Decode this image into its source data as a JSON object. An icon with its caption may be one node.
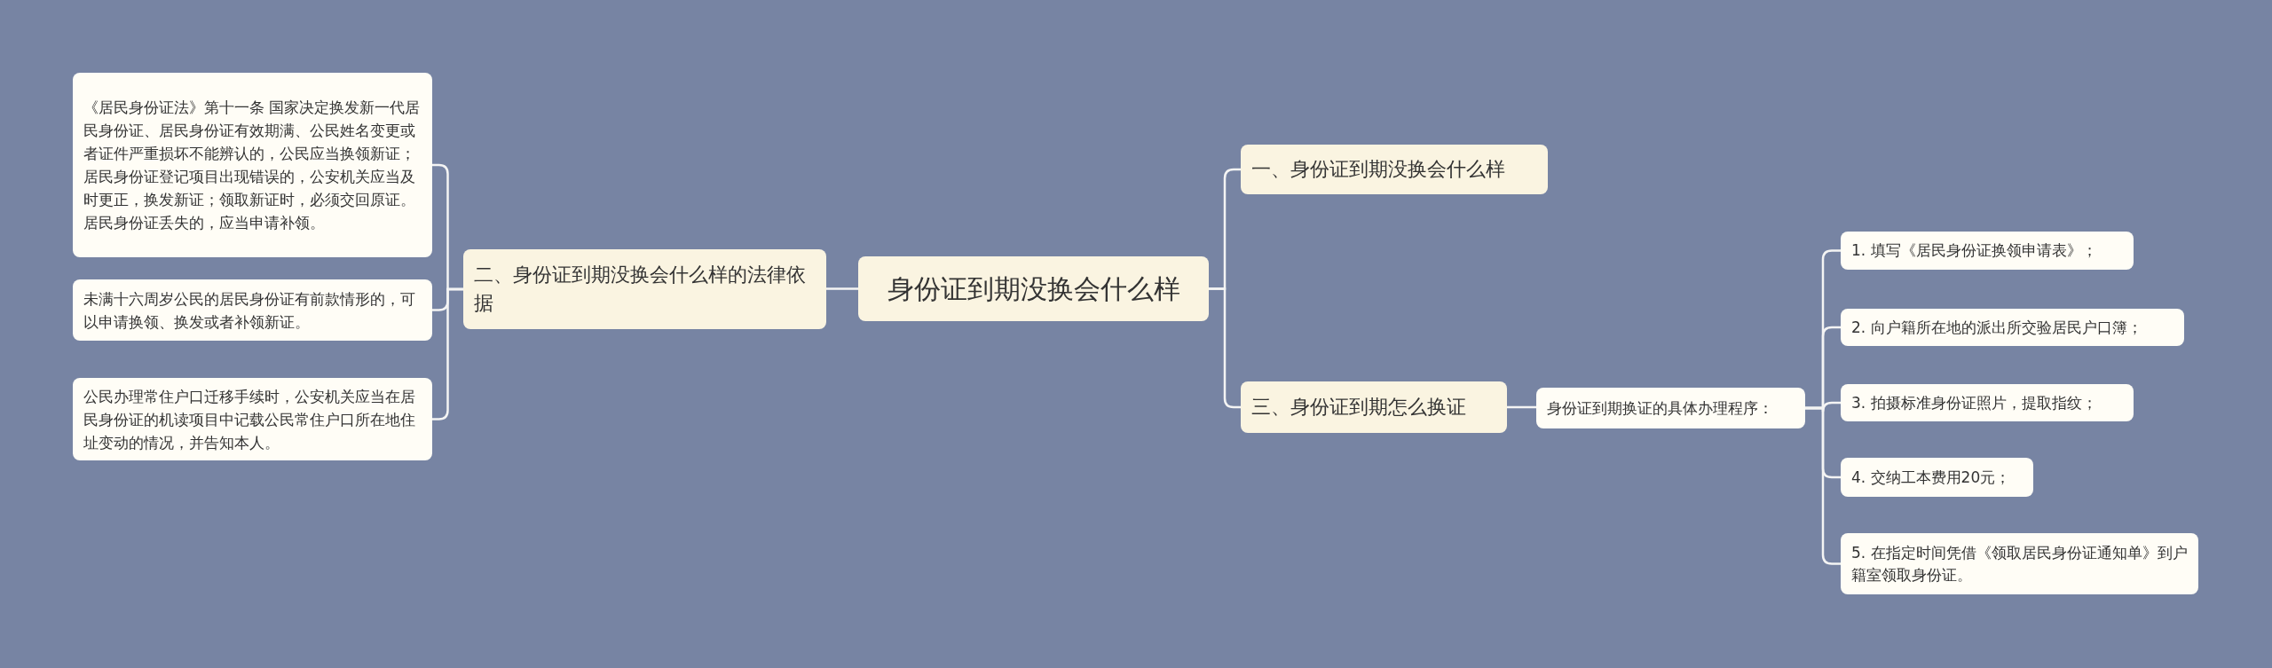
{
  "diagram": {
    "nodes": [
      {
        "text": [
          "身份证到期没换会什么样"
        ]
      },
      {
        "text": [
          "二、身份证到期没换会什么样的法律依据"
        ]
      },
      {
        "text": [
          "《居民身份证法》第十一条 国家决定换发新一代居民身份证、居民身份证有效期满、公民姓名变更或者证件严重损坏不能辨认的，公民应当换领新证；居民身份证登记项目出现错误的，公安机关应当及时更正，换发新证；领取新证时，必须交回原证。居民身份证丢失的，应当申请补领。"
        ]
      },
      {
        "text": [
          "未满十六周岁公民的居民身份证有前款情形的，可以申请换领、换发或者补领新证。"
        ]
      },
      {
        "text": [
          "公民办理常住户口迁移手续时，公安机关应当在居民身份证的机读项目中记载公民常住户口所在地住址变动的情况，并告知本人。"
        ]
      },
      {
        "text": [
          "一、身份证到期没换会什么样"
        ]
      },
      {
        "text": [
          "三、身份证到期怎么换证"
        ]
      },
      {
        "text": [
          "身份证到期换证的具体办理程序："
        ]
      },
      {
        "text": [
          "1. 填写《居民身份证换领申请表》；"
        ]
      },
      {
        "text": [
          "2. 向户籍所在地的派出所交验居民户口簿；"
        ]
      },
      {
        "text": [
          "3. 拍摄标准身份证照片，提取指纹；"
        ]
      },
      {
        "text": [
          "4. 交纳工本费用20元；"
        ]
      },
      {
        "text": [
          "5. 在指定时间凭借《领取居民身份证通知单》到户籍室领取身份证。"
        ]
      }
    ],
    "edges": [
      {
        "from": 0,
        "to": 1,
        "arrow": "none"
      },
      {
        "from": 1,
        "to": 2,
        "arrow": "none"
      },
      {
        "from": 1,
        "to": 3,
        "arrow": "none"
      },
      {
        "from": 1,
        "to": 4,
        "arrow": "none"
      },
      {
        "from": 0,
        "to": 5,
        "arrow": "none"
      },
      {
        "from": 0,
        "to": 6,
        "arrow": "none"
      },
      {
        "from": 6,
        "to": 7,
        "arrow": "none"
      },
      {
        "from": 7,
        "to": 8,
        "arrow": "none"
      },
      {
        "from": 7,
        "to": 9,
        "arrow": "none"
      },
      {
        "from": 7,
        "to": 10,
        "arrow": "none"
      },
      {
        "from": 7,
        "to": 11,
        "arrow": "none"
      },
      {
        "from": 7,
        "to": 12,
        "arrow": "none"
      }
    ]
  }
}
